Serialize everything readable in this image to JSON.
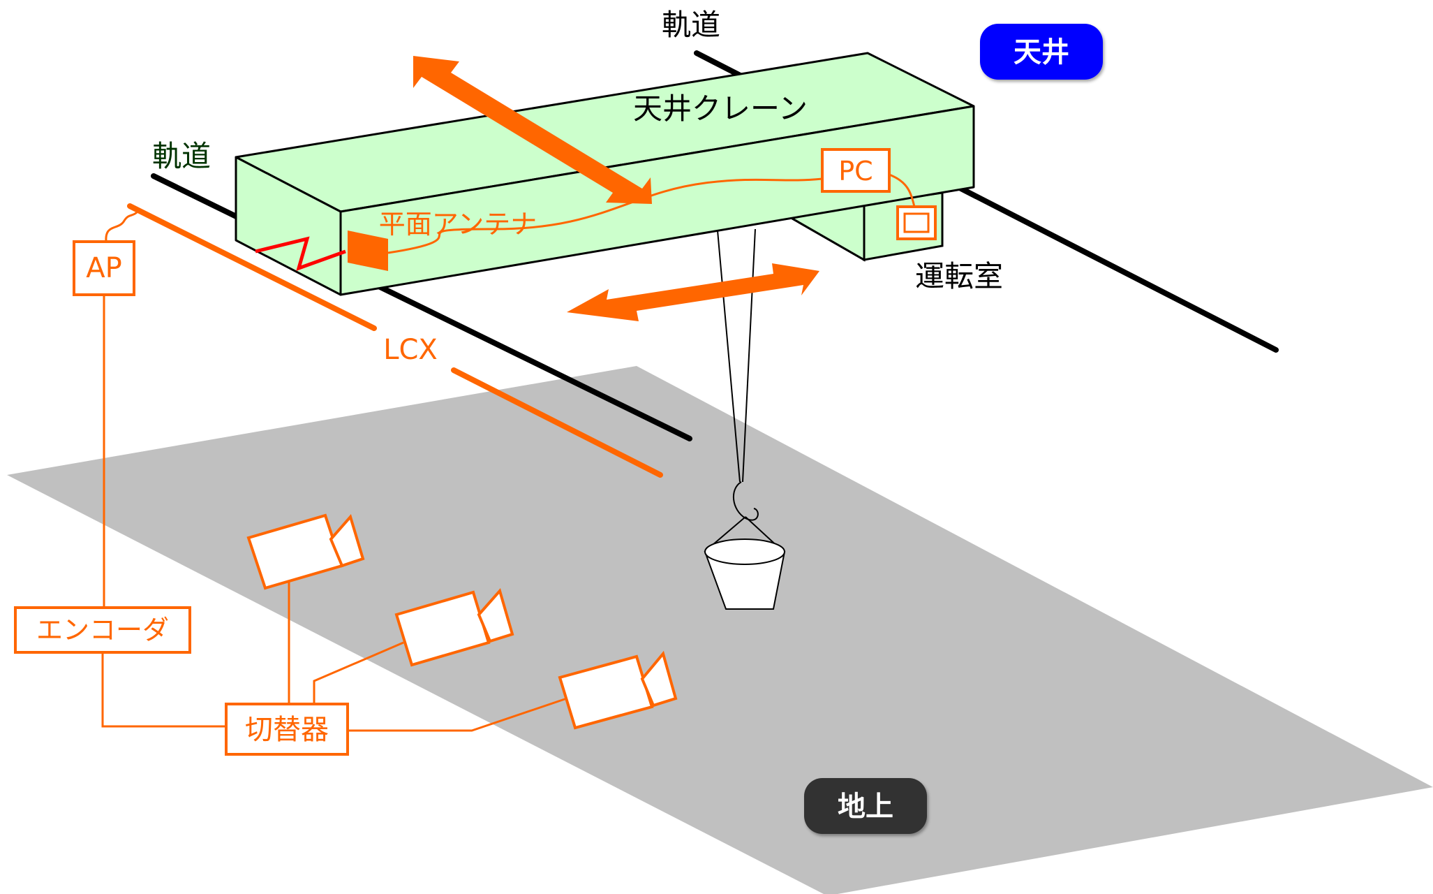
{
  "labels": {
    "rail_top": "軌道",
    "rail_left": "軌道",
    "ceiling": "天井",
    "crane": "天井クレーン",
    "pc": "PC",
    "flat_antenna": "平面アンテナ",
    "control_room": "運転室",
    "ap": "AP",
    "lcx": "LCX",
    "encoder": "エンコーダ",
    "switcher": "切替器",
    "ground": "地上"
  },
  "colors": {
    "accent_orange": "#FF6600",
    "crane_body": "#CCFFCC",
    "ground_floor": "#C0C0C0",
    "ceiling_badge": "#0000FF",
    "ground_badge": "#333333",
    "rail": "#000000",
    "rail_label_dark": "#003300"
  }
}
